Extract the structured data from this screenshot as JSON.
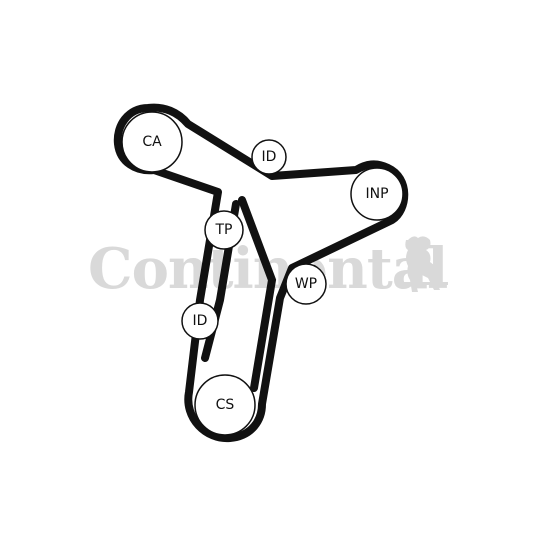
{
  "watermark": {
    "brand": "Continental",
    "color": "#d6d6d6"
  },
  "belt": {
    "color": "#111111"
  },
  "pulleys": [
    {
      "id": "ca",
      "label": "CA"
    },
    {
      "id": "id1",
      "label": "ID"
    },
    {
      "id": "inp",
      "label": "INP"
    },
    {
      "id": "tp",
      "label": "TP"
    },
    {
      "id": "wp",
      "label": "WP"
    },
    {
      "id": "id2",
      "label": "ID"
    },
    {
      "id": "cs",
      "label": "CS"
    }
  ]
}
